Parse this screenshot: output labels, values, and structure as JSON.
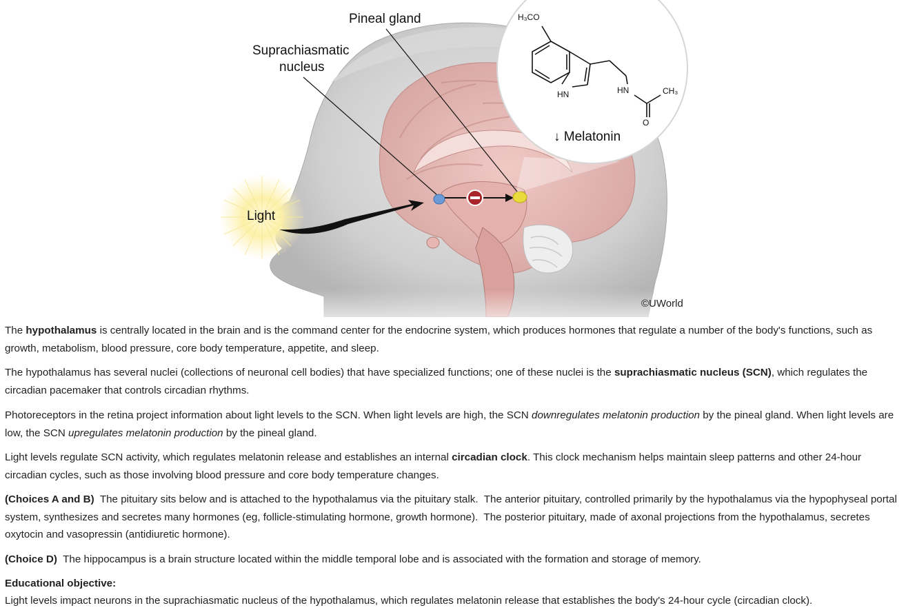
{
  "figure": {
    "labels": {
      "pineal": "Pineal gland",
      "scn_line1": "Suprachiasmatic",
      "scn_line2": "nucleus",
      "light": "Light",
      "melatonin": "↓ Melatonin",
      "copyright": "©UWorld"
    },
    "molecule": {
      "methoxy": "H₃CO",
      "hn_ring": "HN",
      "hn_amide": "HN",
      "ch3": "CH₃",
      "oxygen": "O"
    }
  },
  "explanation": {
    "p1": {
      "a": "The ",
      "b": "hypothalamus",
      "c": " is centrally located in the brain and is the command center for the endocrine system, which produces hormones that regulate a number of the body's functions, such as growth, metabolism, blood pressure, core body temperature, appetite, and sleep."
    },
    "p2": {
      "a": "The hypothalamus has several nuclei (collections of neuronal cell bodies) that have specialized functions; one of these nuclei is the ",
      "b": "suprachiasmatic nucleus (SCN)",
      "c": ", which regulates the circadian pacemaker that controls circadian rhythms."
    },
    "p3": {
      "a": "Photoreceptors in the retina project information about light levels to the SCN.  When light levels are high, the SCN ",
      "b": "downregulates melatonin production",
      "c": " by the pineal gland.  When light levels are low, the SCN ",
      "d": "upregulates melatonin production",
      "e": " by the pineal gland."
    },
    "p4": {
      "a": "Light levels regulate SCN activity, which regulates melatonin release and establishes an internal ",
      "b": "circadian clock",
      "c": ".  This clock mechanism helps maintain sleep patterns and other 24-hour circadian cycles, such as those involving blood pressure and core body temperature changes."
    },
    "p5": {
      "a": "(Choices A and B)",
      "b": "  The pituitary sits below and is attached to the hypothalamus via the pituitary stalk.  The anterior pituitary, controlled primarily by the hypothalamus via the hypophyseal portal system, synthesizes and secretes many hormones (eg, follicle-stimulating hormone, growth hormone).  The posterior pituitary, made of axonal projections from the hypothalamus, secretes oxytocin and vasopressin (antidiuretic hormone)."
    },
    "p6": {
      "a": "(Choice D)",
      "b": "  The hippocampus is a brain structure located within the middle temporal lobe and is associated with the formation and storage of memory."
    },
    "objective_heading": "Educational objective:",
    "objective_text": "Light levels impact neurons in the suprachiasmatic nucleus of the hypothalamus, which regulates melatonin release that establishes the body's 24-hour cycle (circadian clock)."
  }
}
